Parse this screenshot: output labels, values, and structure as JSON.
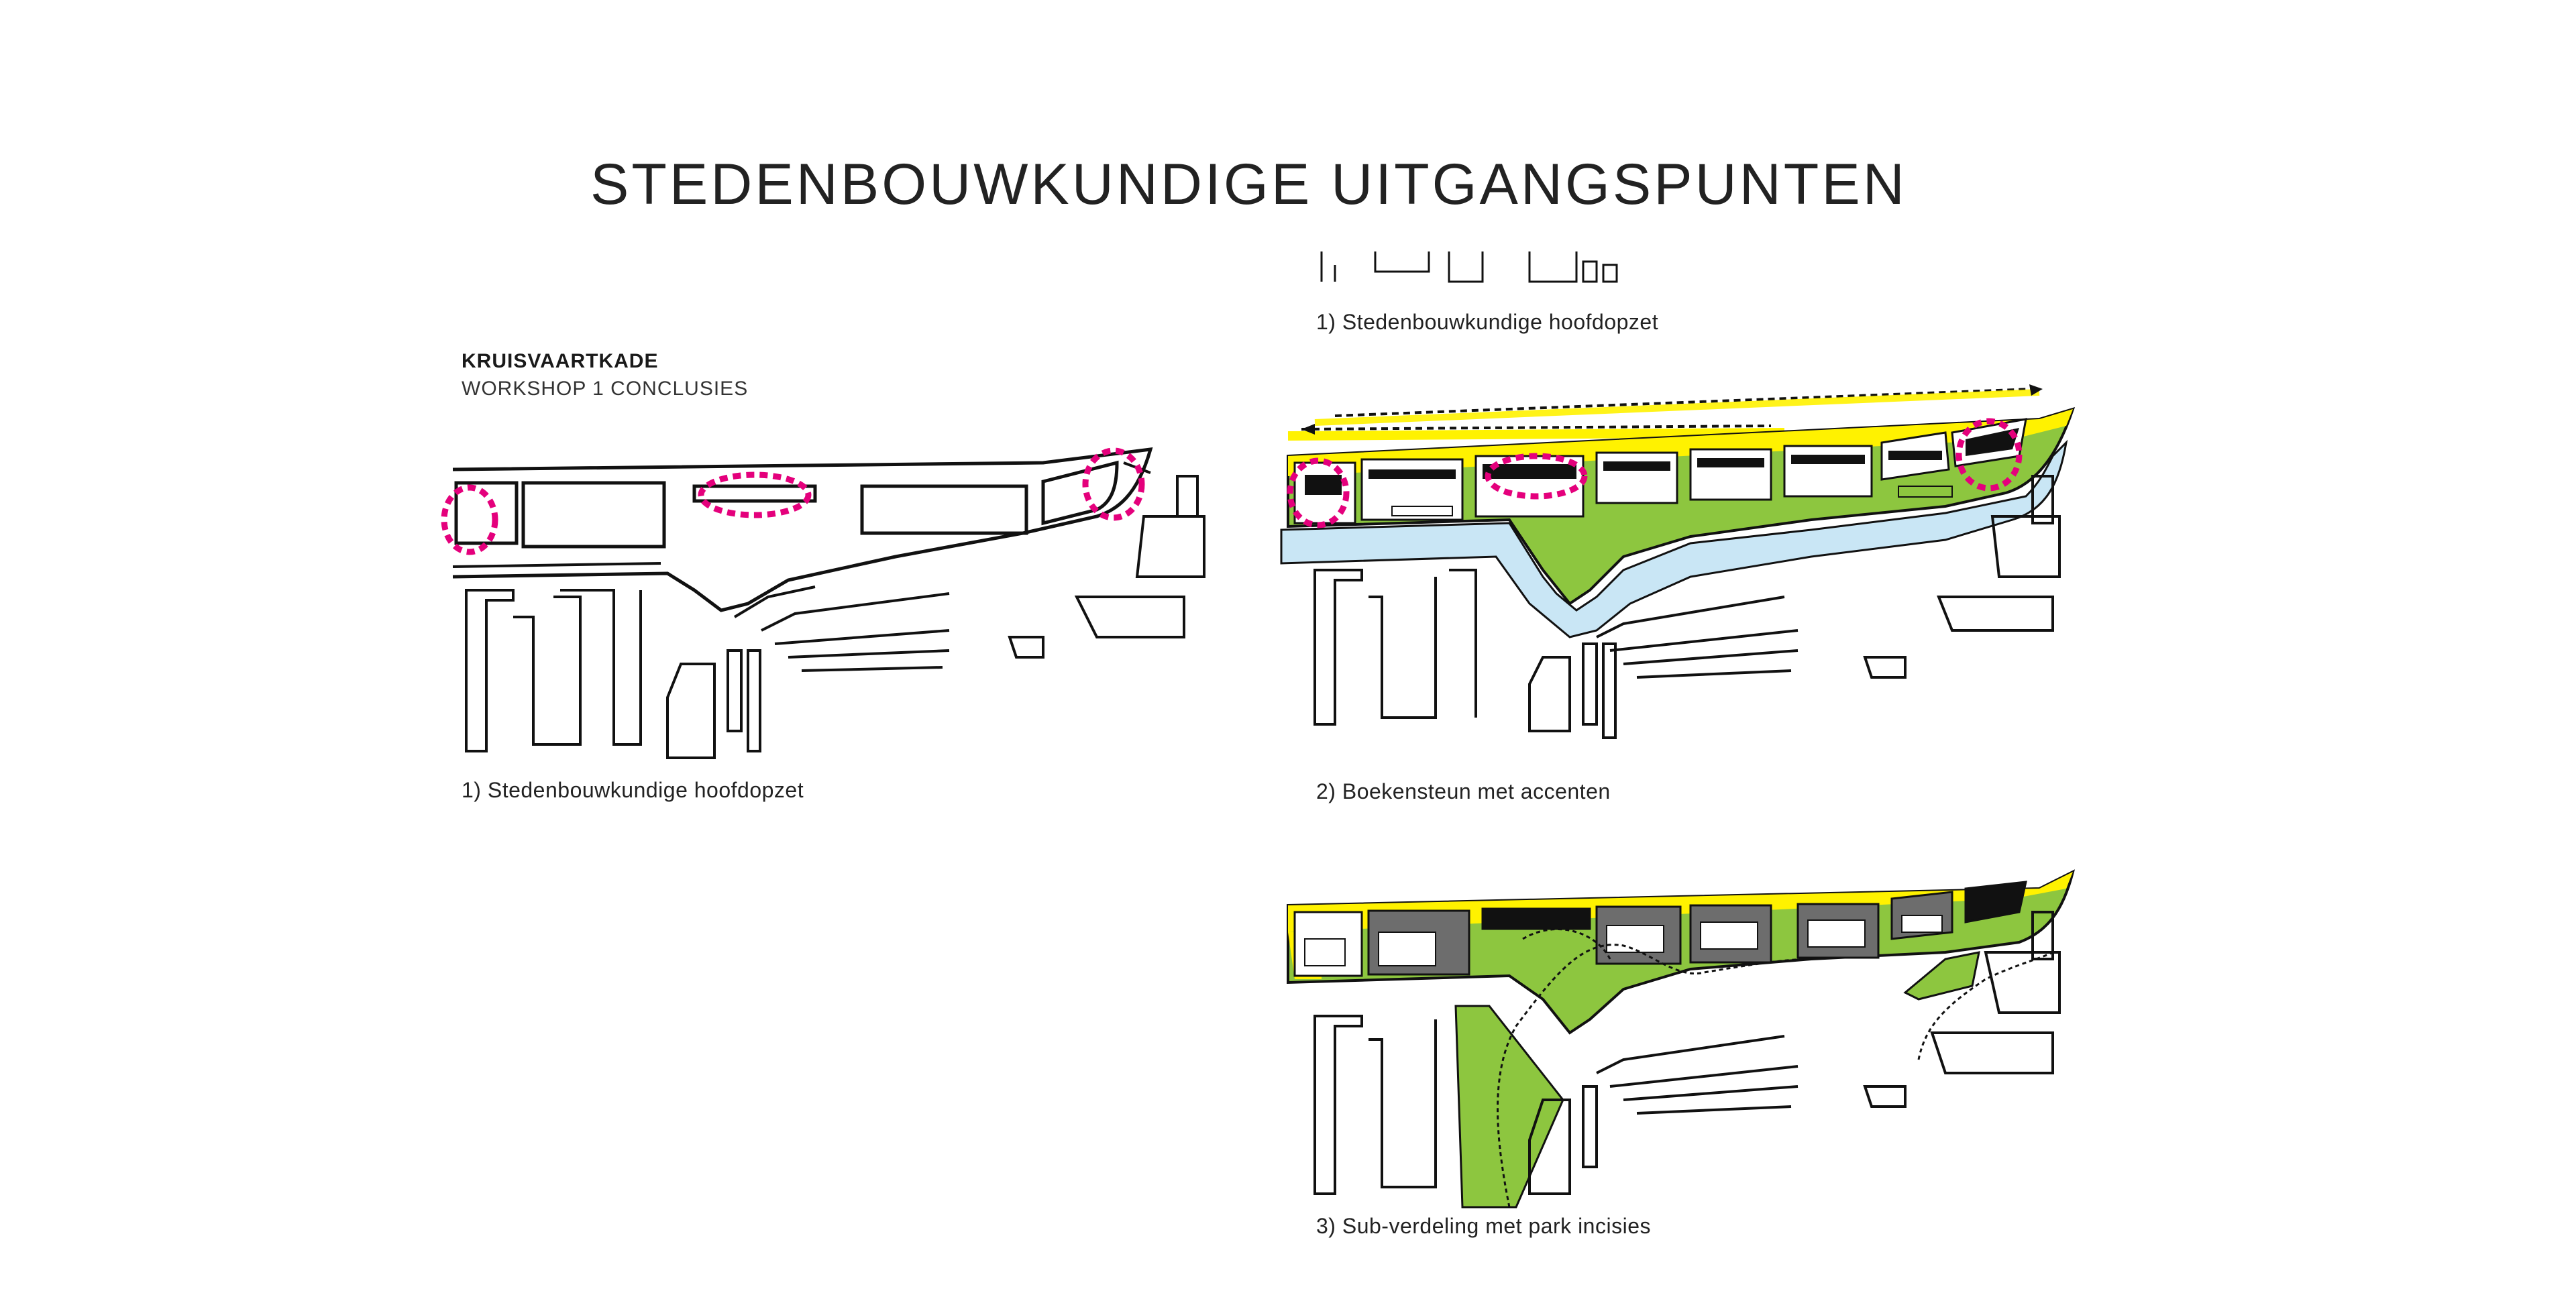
{
  "title": "STEDENBOUWKUNDIGE UITGANGSPUNTEN",
  "section": {
    "heading": "KRUISVAARTKADE",
    "subheading": "WORKSHOP 1 CONCLUSIES"
  },
  "captions": {
    "map1": "1) Stedenbouwkundige hoofdopzet",
    "map1_top_cropped": "1) Stedenbouwkundige hoofdopzet",
    "map2": "2) Boekensteun met accenten",
    "map3": "3) Sub-verdeling met park incisies"
  },
  "colors": {
    "accent_magenta": "#e4007c",
    "park_green": "#8dc63f",
    "edge_yellow": "#fff200",
    "water_blue": "#c9e6f5",
    "outline": "#111111",
    "building_grey": "#6d6d6d"
  }
}
